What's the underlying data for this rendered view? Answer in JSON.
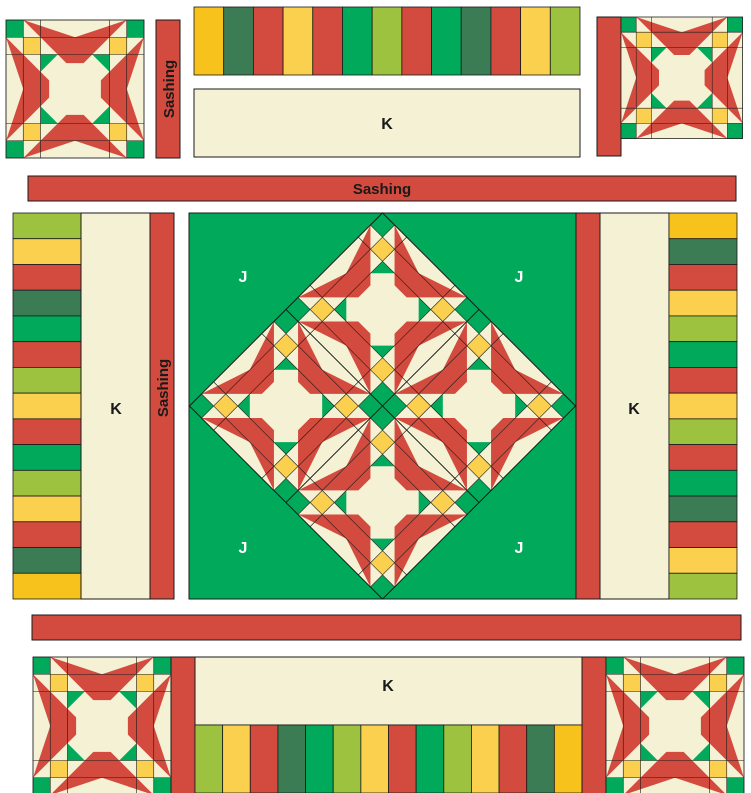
{
  "colors": {
    "red": "#d24b3e",
    "green": "#00aa5a",
    "dark_green": "#3b7c55",
    "lime": "#9dc23f",
    "yellow": "#fcd04f",
    "gold": "#f7c21b",
    "cream": "#f4f1d4",
    "outline": "#1a1a1a",
    "label_light": "#ffffff",
    "label_dark": "#1a1a1a"
  },
  "labels": {
    "sashing": "Sashing",
    "k_panel": "K",
    "j_corner": "J"
  },
  "stripe_sequences": {
    "top": [
      "gold",
      "dark_green",
      "red",
      "yellow",
      "red",
      "green",
      "lime",
      "red",
      "green",
      "dark_green",
      "red",
      "yellow",
      "lime"
    ],
    "bottom": [
      "lime",
      "yellow",
      "red",
      "dark_green",
      "green",
      "lime",
      "yellow",
      "red",
      "green",
      "lime",
      "yellow",
      "red",
      "dark_green",
      "gold"
    ],
    "left": [
      "lime",
      "yellow",
      "red",
      "dark_green",
      "green",
      "red",
      "lime",
      "yellow",
      "red",
      "green",
      "lime",
      "yellow",
      "red",
      "dark_green",
      "gold"
    ],
    "right": [
      "gold",
      "dark_green",
      "red",
      "yellow",
      "lime",
      "green",
      "red",
      "yellow",
      "lime",
      "red",
      "green",
      "dark_green",
      "red",
      "yellow",
      "lime"
    ]
  }
}
